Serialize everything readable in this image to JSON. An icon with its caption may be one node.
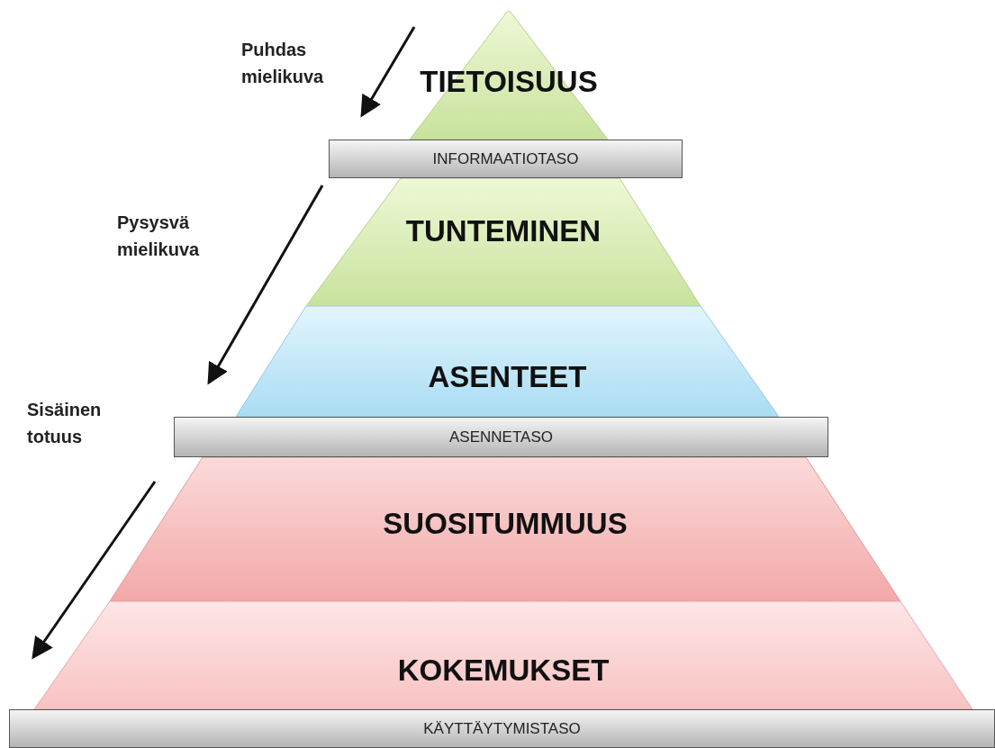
{
  "diagram": {
    "nodes": [
      {
        "text": [
          "TIETOISUUS"
        ]
      },
      {
        "text": [
          "INFORMAATIOTASO"
        ]
      },
      {
        "text": [
          "TUNTEMINEN"
        ]
      },
      {
        "text": [
          "ASENTEET"
        ]
      },
      {
        "text": [
          "ASENNETASO"
        ]
      },
      {
        "text": [
          "SUOSITUMMUUS"
        ]
      },
      {
        "text": [
          "KOKEMUKSET"
        ]
      },
      {
        "text": [
          "KÄYTTÄYTYMISTASO"
        ]
      }
    ],
    "labels": [
      "Puhdas mielikuva",
      "Pysysvä mielikuva",
      "Sisäinen totuus"
    ]
  }
}
